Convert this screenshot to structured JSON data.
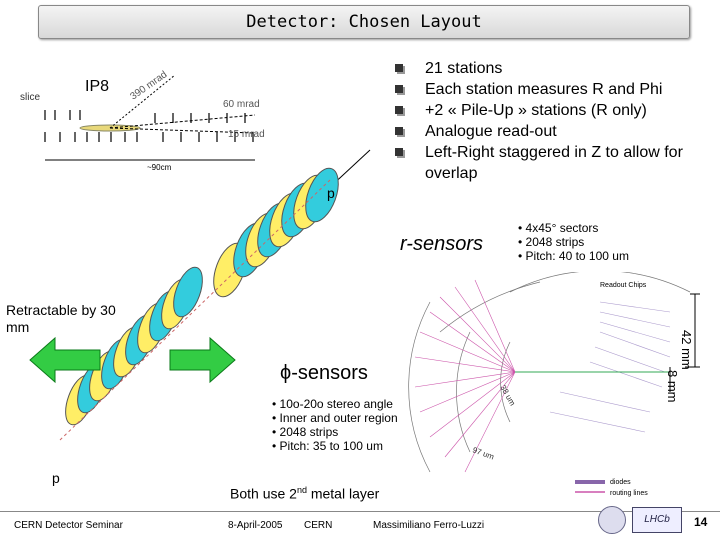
{
  "title": "Detector: Chosen Layout",
  "bullets": [
    "21 stations",
    "Each station measures R and Phi",
    "+2 « Pile-Up » stations (R only)",
    "Analogue read-out",
    "Left-Right staggered in Z to allow for overlap"
  ],
  "top_diagram": {
    "ip8": "IP8",
    "slice": "slice",
    "angle_390": "390 mrad",
    "angle_60": "60 mrad",
    "angle_15": "15 mrad",
    "length": "~90cm"
  },
  "p_top": "p",
  "p_bottom": "p",
  "r_sensors": {
    "label": "r-sensors",
    "notes": [
      "4x45° sectors",
      "2048 strips",
      "Pitch: 40 to 100 um"
    ]
  },
  "phi_sensors": {
    "label": "ϕ-sensors",
    "notes": [
      "10o-20o stereo angle",
      "Inner and outer region",
      "2048 strips",
      "Pitch: 35 to 100 um"
    ]
  },
  "retractable": "Retractable by 30 mm",
  "dim_42": "42 mm",
  "dim_8": "8 mm",
  "readout_chips": "Readout Chips",
  "diodes": "diodes",
  "routing_lines": "routing lines",
  "pitch_a": "38 um",
  "pitch_b": "97 um",
  "metal_layer_main": "Both use 2",
  "metal_layer_sup": "nd",
  "metal_layer_end": " metal layer",
  "footer": {
    "seminar": "CERN Detector Seminar",
    "date": "8-April-2005",
    "org": "CERN",
    "author": "Massimiliano Ferro-Luzzi",
    "page": "14"
  },
  "colors": {
    "sensor_yellow": "#ffee66",
    "sensor_cyan": "#33ccdd",
    "arrow_green": "#33cc44",
    "sensor_outline": "#555555"
  }
}
